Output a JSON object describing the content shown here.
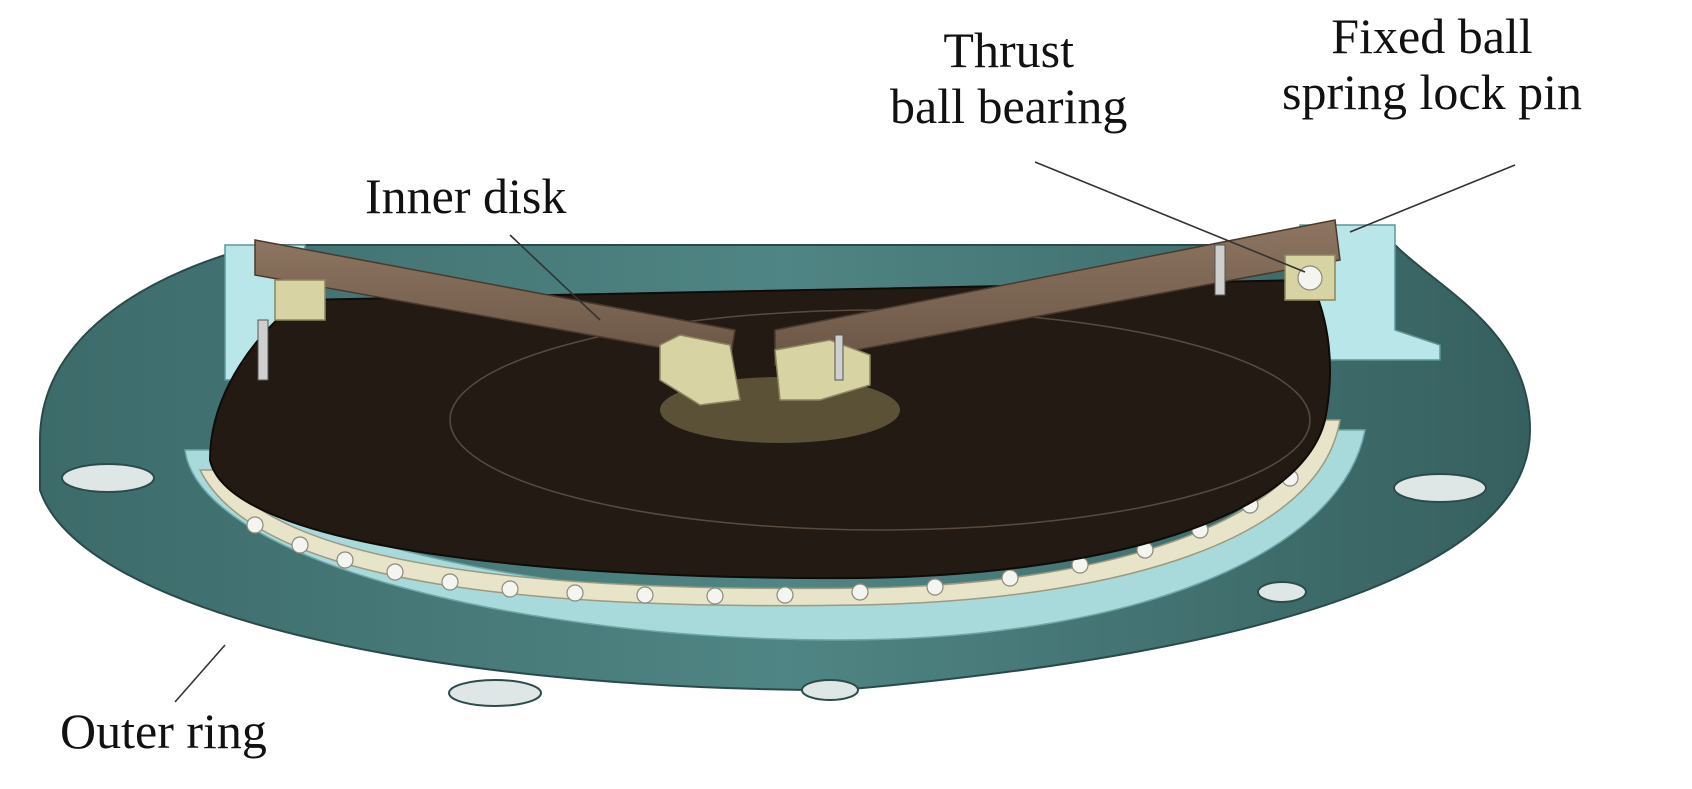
{
  "labels": {
    "inner_disk": "Inner disk",
    "thrust_line1": "Thrust",
    "thrust_line2": "ball bearing",
    "fixed_line1": "Fixed ball",
    "fixed_line2": "spring lock pin",
    "outer_ring": "Outer ring"
  },
  "colors": {
    "outer_ring": "#4f8584",
    "outer_ring_face": "#3f6f6e",
    "outer_ring_light": "#a9dadb",
    "inner_plate": "#231a14",
    "inner_disk_section": "#7b6553",
    "bearing_race": "#e8e4c9",
    "hub": "#d8d3a3",
    "balls": "#f4f4f0",
    "leader": "#333333"
  }
}
